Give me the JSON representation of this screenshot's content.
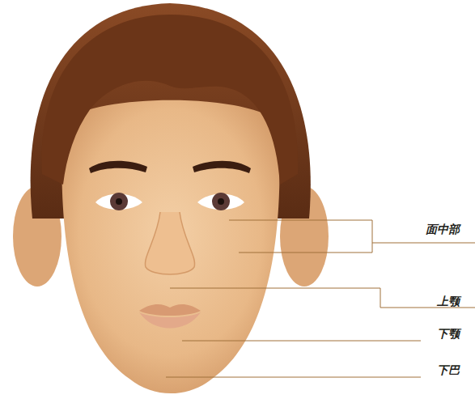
{
  "diagram": {
    "labels": [
      "面中部",
      "上颚",
      "下颚",
      "下巴"
    ]
  }
}
